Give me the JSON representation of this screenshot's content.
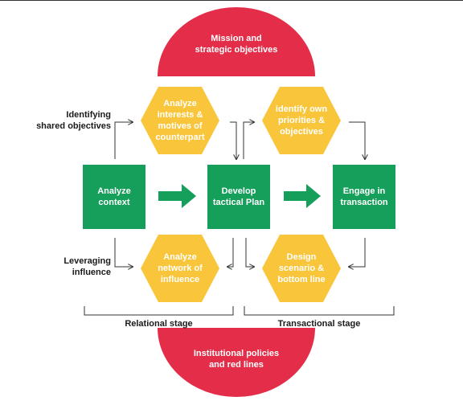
{
  "colors": {
    "red": "#e42d48",
    "yellow": "#f9c53a",
    "green": "#159f5b",
    "arrow": "#333333",
    "text_dark": "#1a1a1a"
  },
  "top_arc": {
    "label": "Mission and\nstrategic objectives"
  },
  "bottom_arc": {
    "label": "Institutional policies\nand red lines"
  },
  "boxes": {
    "analyze_context": "Analyze\ncontext",
    "develop_plan": "Develop\ntactical Plan",
    "engage": "Engage in\ntransaction"
  },
  "hexagons": {
    "interests": "Analyze\ninterests &\nmotives of\ncounterpart",
    "priorities": "identify own\npriorities &\nobjectives",
    "network": "Analyze\nnetwork of\ninfluence",
    "scenario": "Design\nscenario &\nbottom line"
  },
  "side_labels": {
    "shared": "Identifying\nshared objectives",
    "influence": "Leveraging\ninfluence"
  },
  "stages": {
    "relational": "Relational stage",
    "transactional": "Transactional stage"
  }
}
